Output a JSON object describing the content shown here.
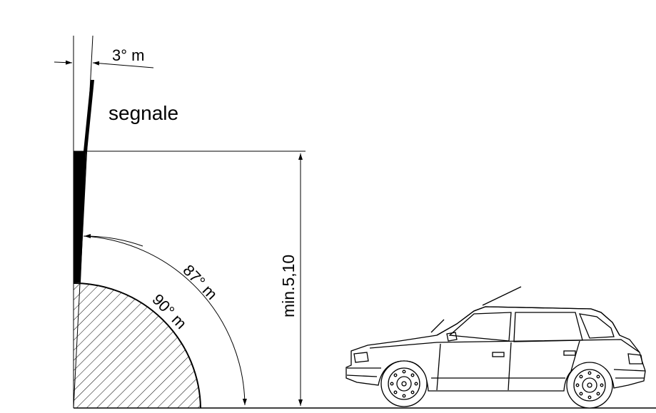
{
  "labels": {
    "tilt_angle": "3° m",
    "sign": "segnale",
    "clearance": "min.5,10",
    "arc_outer": "87° m",
    "arc_inner": "90° m"
  },
  "colors": {
    "ink": "#000000",
    "background": "#ffffff"
  }
}
